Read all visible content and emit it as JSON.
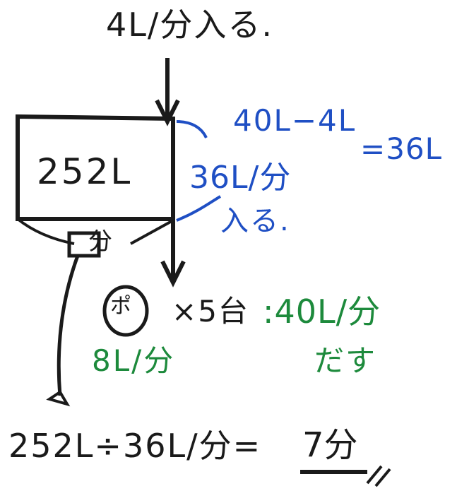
{
  "inflow": "4L/分入る.",
  "tank_volume": "252L",
  "calc_line1": "40L−4L",
  "calc_line2": "=36L",
  "net_line1": "36L/分",
  "net_line2": "入る.",
  "drain_label": "分",
  "pump_symbol": "ポ",
  "pump_count": "×5台",
  "pump_total_line1": ":40L/分",
  "pump_total_line2": "だす",
  "pump_each": "8L/分",
  "equation": "252L÷36L/分=",
  "answer": "7分",
  "colors": {
    "ink": "#1a1a1a",
    "blue": "#1f4fc4",
    "green": "#1d8a3c"
  }
}
